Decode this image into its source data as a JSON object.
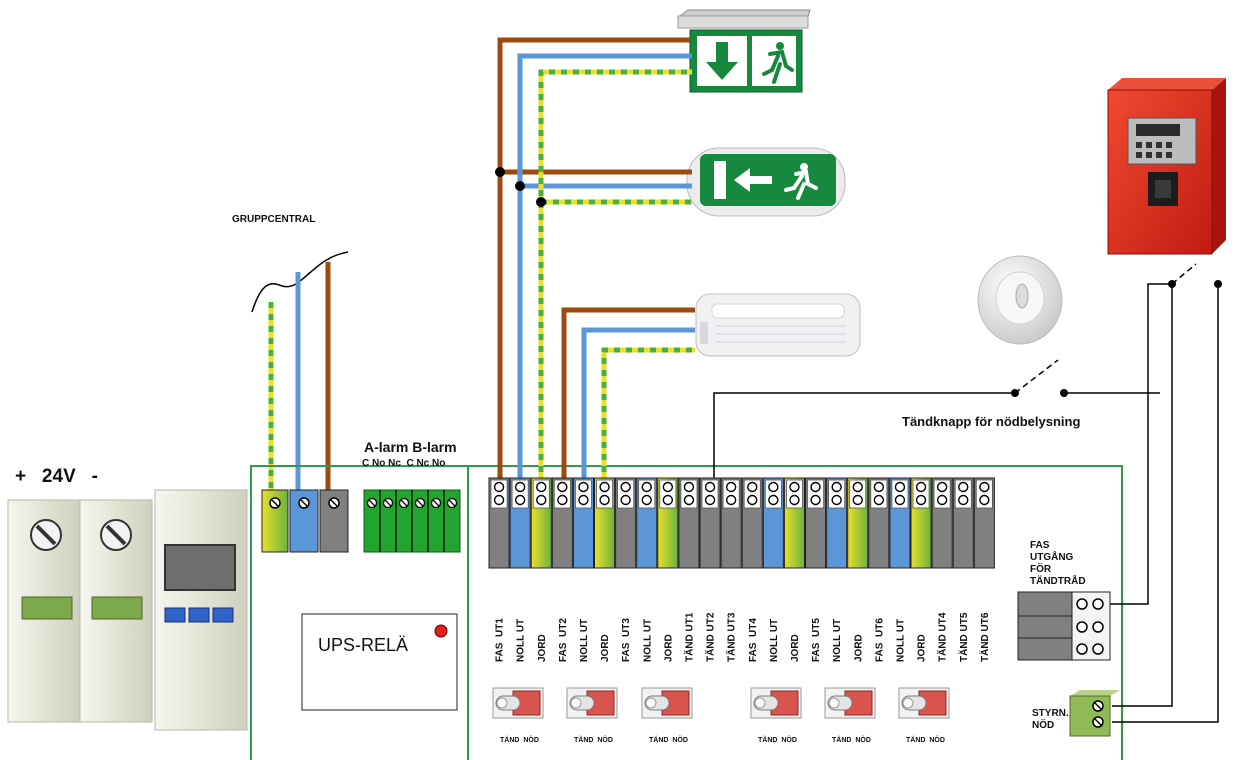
{
  "labels": {
    "gruppcentral": "GRUPPCENTRAL",
    "power": "+   24V   -",
    "alarm_title": "A-larm B-larm",
    "alarm_contacts": "C No Nc  C Nc No",
    "ups_rela": "UPS-RELÄ",
    "tandknapp": "Tändknapp för nödbelysning",
    "fas_utgang": [
      "FAS",
      "UTGÅNG",
      "FÖR",
      "TÄNDTRÅD"
    ],
    "styrn_nod": [
      "STYRN.",
      "NÖD"
    ]
  },
  "terminal_labels": [
    "FAS  UT1",
    "NOLL UT",
    "JORD",
    "FAS  UT2",
    "NOLL UT",
    "JORD",
    "FAS  UT3",
    "NOLL UT",
    "JORD",
    "TÄND UT1",
    "TÄND UT2",
    "TÄND UT3",
    "FAS  UT4",
    "NOLL UT",
    "JORD",
    "FAS  UT5",
    "NOLL UT",
    "JORD",
    "FAS  UT6",
    "NOLL UT",
    "JORD",
    "TÄND UT4",
    "TÄND UT5",
    "TÄND UT6"
  ],
  "switches": [
    {
      "label": "TÄND  NÖD"
    },
    {
      "label": "TÄND  NÖD"
    },
    {
      "label": "TÄND  NÖD"
    },
    {
      "label": "TÄND  NÖD"
    },
    {
      "label": "TÄND  NÖD"
    },
    {
      "label": "TÄND  NÖD"
    }
  ],
  "colors": {
    "phase": "#9c4a12",
    "neutral": "#5b97d6",
    "earth_yellow": "#e8e02a",
    "earth_green": "#4caf3c",
    "grey_terminal": "#808080",
    "panel_border": "#2f9b4e",
    "alarm_panel": "#d42a1c",
    "exit_sign": "#17893f",
    "alarm_terminals": "#21a52f",
    "led": "#e02020"
  },
  "icons": [
    "exit-sign-down-arrow-icon",
    "exit-sign-left-arrow-icon",
    "emergency-light-icon",
    "light-switch-icon",
    "fire-alarm-panel-icon"
  ]
}
